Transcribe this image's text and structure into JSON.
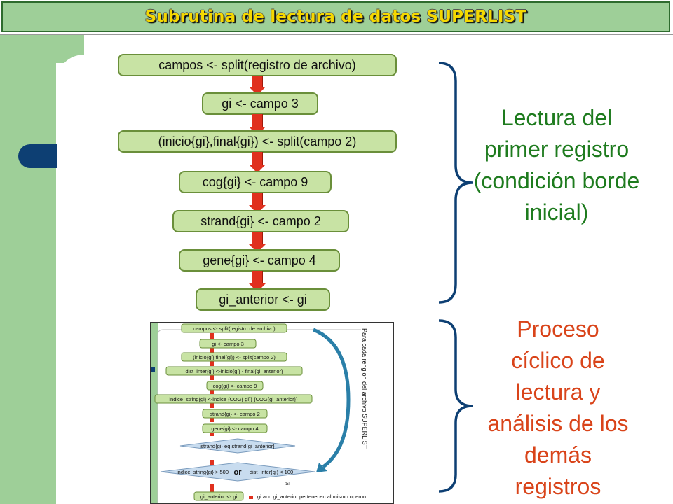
{
  "title": "Subrutina de lectura de datos SUPERLIST",
  "flow_steps": [
    "campos <- split(registro de archivo)",
    "gi <- campo 3",
    "(inicio{gi},final{gi}) <- split(campo 2)",
    "cog{gi} <- campo 9",
    "strand{gi} <- campo 2",
    "gene{gi} <- campo 4",
    "gi_anterior <- gi"
  ],
  "side_labels": {
    "first_record": "Lectura del primer registro (condición borde inicial)",
    "cyclic_process": "Proceso cíclico de lectura y análisis de los demás registros"
  },
  "thumbnail": {
    "steps": [
      "campos <- split(registro de archivo)",
      "gi <- campo 3",
      "(inicio{gi},final{gi}) <- split(campo 2)",
      "dist_inter{gi} <-inicio{gi} - final{gi_anterior}",
      "cog{gi} <- campo 9",
      "indice_string{gi} <-indice {COG{ gi}} {COG{gi_anterior}}",
      "strand{gi} <- campo 2",
      "gene{gi} <- campo 4"
    ],
    "decision_1": "strand{gi} eq strand{gi_anterior}",
    "decision_2_left": "indice_string{gi} > 500",
    "decision_2_or": "or",
    "decision_2_right": "dist_inter{gi}  < 100",
    "si_label": "SI",
    "final_step": "gi_anterior <- gi",
    "operon_text": "gi and gi_anterior pertenecen al mismo operon",
    "loop_label": "Para cada renglon del archivo SUPERLIST"
  },
  "colors": {
    "accent_green": "#9ecf98",
    "box_fill": "#c8e3a4",
    "arrow_red": "#e0301e",
    "title_yellow": "#f5d800",
    "text_green": "#1e7b1e",
    "text_orange": "#d9441a",
    "brace_navy": "#0d3f73"
  }
}
